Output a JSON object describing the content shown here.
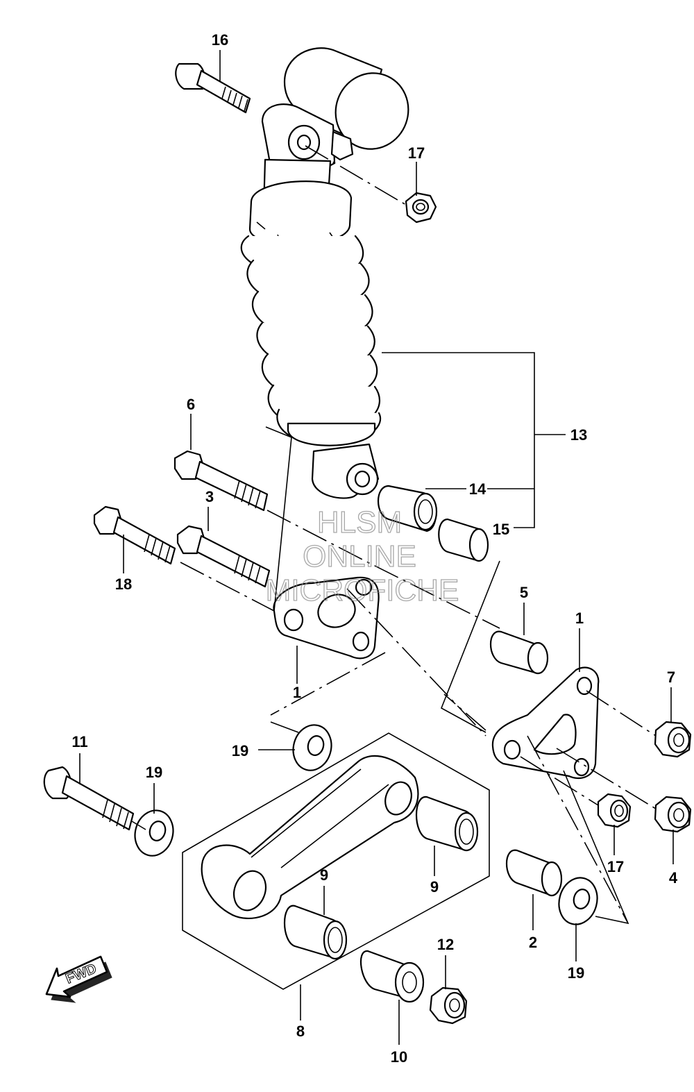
{
  "watermark": {
    "line1": "HLSM",
    "line2": "ONLINE",
    "line3": "MICROFICHE"
  },
  "direction_label": "FWD",
  "callouts": {
    "c1a": "1",
    "c1b": "1",
    "c2": "2",
    "c3": "3",
    "c4": "4",
    "c5": "5",
    "c6": "6",
    "c7": "7",
    "c8": "8",
    "c9a": "9",
    "c9b": "9",
    "c10": "10",
    "c11": "11",
    "c12": "12",
    "c13": "13",
    "c14": "14",
    "c15": "15",
    "c16": "16",
    "c17a": "17",
    "c17b": "17",
    "c18": "18",
    "c19a": "19",
    "c19b": "19",
    "c19c": "19"
  }
}
